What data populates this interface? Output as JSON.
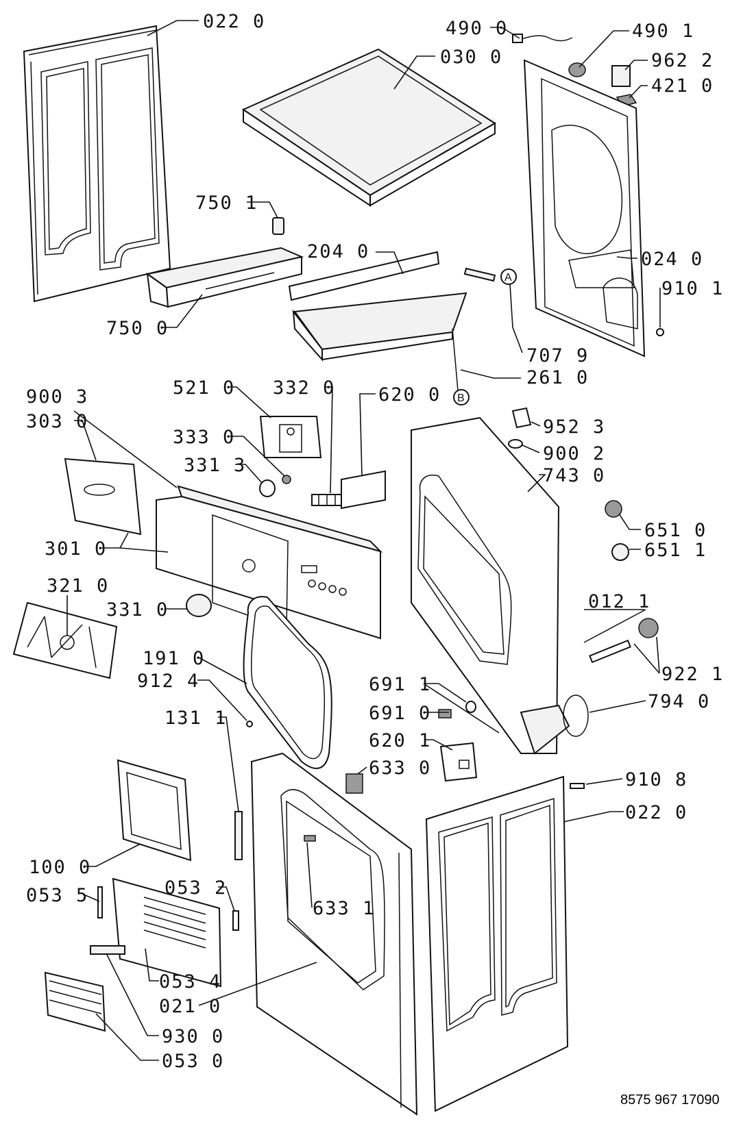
{
  "drawing_number": "8575 967 17090",
  "callouts": {
    "c022_top": "022 0",
    "c030": "030 0",
    "c4900": "490 0",
    "c4901": "490 1",
    "c9622": "962 2",
    "c4210": "421 0",
    "c7501": "750 1",
    "c2040": "204 0",
    "c0240": "024 0",
    "c9101": "910 1",
    "c7500": "750 0",
    "c7079": "707 9",
    "c2610": "261 0",
    "c5210": "521 0",
    "c3320": "332 0",
    "c6200": "620 0",
    "c9003": "900 3",
    "c3030": "303 0",
    "c3330": "333 0",
    "c3313": "331 3",
    "c9523": "952 3",
    "c9002": "900 2",
    "c7430": "743 0",
    "c6510": "651 0",
    "c6511": "651 1",
    "c3010": "301 0",
    "c3210": "321 0",
    "c3310": "331 0",
    "c0121": "012 1",
    "c1910": "191 0",
    "c9124": "912 4",
    "c9221": "922 1",
    "c6911": "691 1",
    "c6910": "691 0",
    "c7940": "794 0",
    "c1311": "131 1",
    "c6201": "620 1",
    "c6330": "633 0",
    "c9108": "910 8",
    "c022_bot": "022 0",
    "c1000": "100 0",
    "c0535": "053 5",
    "c0532": "053 2",
    "c6331": "633 1",
    "c0534": "053 4",
    "c0210": "021 0",
    "c9300": "930 0",
    "c0530": "053 0"
  },
  "markers": {
    "a": "A",
    "b": "B"
  }
}
